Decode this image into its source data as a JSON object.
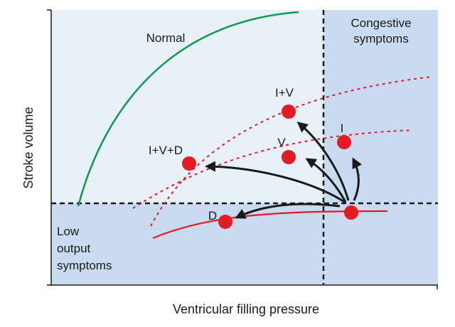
{
  "axes": {
    "xlabel": "Ventricular filling pressure",
    "ylabel": "Stroke volume"
  },
  "regions": {
    "congestive": [
      "Congestive",
      "symptoms"
    ],
    "low_output": [
      "Low",
      "output",
      "symptoms"
    ]
  },
  "curves": {
    "normal_label": "Normal"
  },
  "points": {
    "iv": "I+V",
    "ivd": "I+V+D",
    "v": "V",
    "i": "I",
    "d": "D"
  },
  "colors": {
    "region_light": "#e8f0fa",
    "region_dark": "#c9dbf0",
    "normal_curve": "#0a9a4a",
    "heart_failure_curve": "#e31b23",
    "point_fill": "#e31b23",
    "arrow": "#1a1a1a"
  }
}
